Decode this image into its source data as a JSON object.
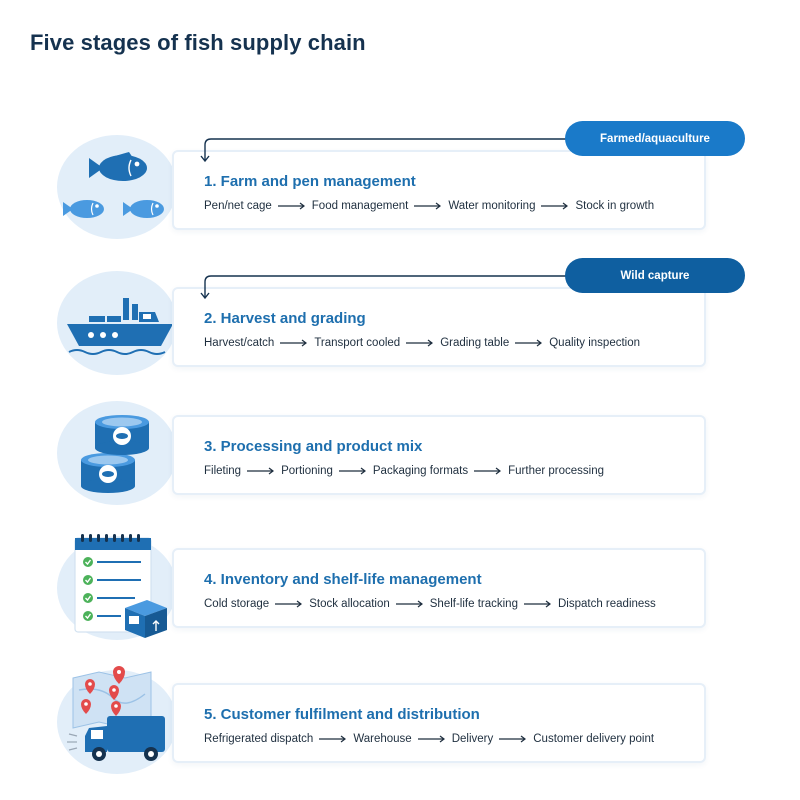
{
  "title": "Five stages of fish supply chain",
  "badges": {
    "farmed": "Farmed/aquaculture",
    "wild": "Wild capture"
  },
  "stages": [
    {
      "title": "1. Farm and pen management",
      "steps": [
        "Pen/net cage",
        "Food management",
        "Water monitoring",
        "Stock in growth"
      ],
      "icon": "fish-icon"
    },
    {
      "title": "2. Harvest and grading",
      "steps": [
        "Harvest/catch",
        "Transport cooled",
        "Grading table",
        "Quality inspection"
      ],
      "icon": "ship-icon"
    },
    {
      "title": "3. Processing and product mix",
      "steps": [
        "Fileting",
        "Portioning",
        "Packaging formats",
        "Further processing"
      ],
      "icon": "canned-fish-icon"
    },
    {
      "title": "4. Inventory and shelf-life management",
      "steps": [
        "Cold storage",
        "Stock allocation",
        "Shelf-life tracking",
        "Dispatch readiness"
      ],
      "icon": "checklist-icon"
    },
    {
      "title": "5. Customer fulfilment and distribution",
      "steps": [
        "Refrigerated dispatch",
        "Warehouse",
        "Delivery",
        "Customer delivery point"
      ],
      "icon": "delivery-truck-icon"
    }
  ],
  "colors": {
    "dark_blue": "#15324f",
    "accent_blue": "#1e6fae",
    "icon_blue": "#1f6fb3",
    "blob": "#e2eef9",
    "pin_red": "#e34b4b",
    "check_green": "#4cb25a"
  }
}
